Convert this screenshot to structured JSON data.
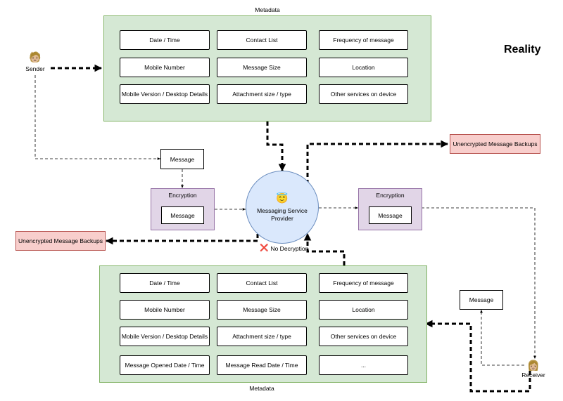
{
  "title": "Reality",
  "sender": {
    "label": "Sender",
    "emoji": "🧑🏼"
  },
  "receiver": {
    "label": "Receiver",
    "emoji": "👩🏼"
  },
  "top_metadata": {
    "label": "Metadata",
    "cells": [
      "Date / Time",
      "Contact List",
      "Frequency of message",
      "Mobile Number",
      "Message Size",
      "Location",
      "Mobile Version / Desktop Details",
      "Attachment size / type",
      "Other services on device"
    ]
  },
  "bottom_metadata": {
    "label": "Metadata",
    "cells": [
      "Date / Time",
      "Contact List",
      "Frequency of message",
      "Mobile Number",
      "Message Size",
      "Location",
      "Mobile Version / Desktop Details",
      "Attachment size / type",
      "Other services on device",
      "Message Opened Date / Time",
      "Message Read Date / Time",
      "..."
    ]
  },
  "message_top": "Message",
  "message_receiver": "Message",
  "encryption_left": {
    "title": "Encryption",
    "inner": "Message"
  },
  "encryption_right": {
    "title": "Encryption",
    "inner": "Message"
  },
  "provider": {
    "emoji": "😇",
    "label": "Messaging Service Provider"
  },
  "backups_right": "Unencrypted Message Backups",
  "backups_left": "Unencrypted Message Backups",
  "no_decryption": {
    "icon": "❌",
    "label": "No Decryption"
  },
  "colors": {
    "metadata_fill": "#d5e8d4",
    "encryption_fill": "#e1d5e7",
    "provider_fill": "#dae8fc",
    "backup_fill": "#f8cecc"
  }
}
